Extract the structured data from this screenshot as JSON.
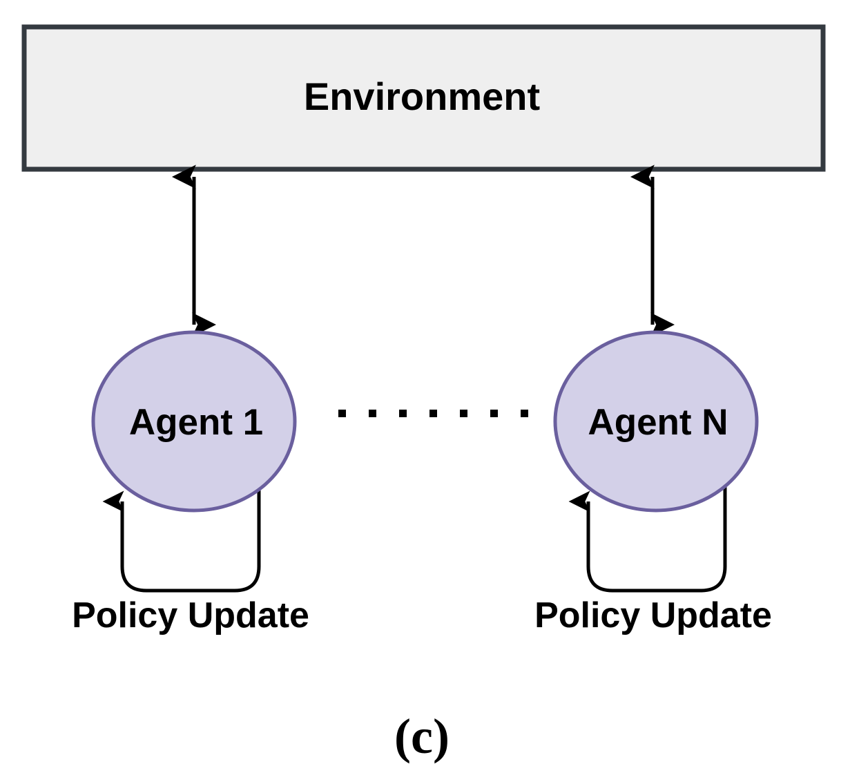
{
  "figure": {
    "caption": "(c)",
    "background_color": "#ffffff"
  },
  "environment": {
    "label": "Environment",
    "fill_color": "#efefef",
    "border_color": "#343a40",
    "text_color": "#000000"
  },
  "agents": [
    {
      "id": "agent-1",
      "label": "Agent 1",
      "fill_color": "#d3d0e8",
      "border_color": "#6a5f9e",
      "self_loop_label": "Policy Update"
    },
    {
      "id": "agent-n",
      "label": "Agent N",
      "fill_color": "#d3d0e8",
      "border_color": "#6a5f9e",
      "self_loop_label": "Policy Update"
    }
  ],
  "connectors": {
    "env_agent_arrow_style": "double-headed",
    "arrow_color": "#000000",
    "ellipsis_dot_count": 7,
    "ellipsis_dot_color": "#000000"
  },
  "chart_data": {
    "type": "diagram",
    "title": "(c)",
    "nodes": [
      {
        "id": "environment",
        "label": "Environment",
        "shape": "rectangle"
      },
      {
        "id": "agent-1",
        "label": "Agent 1",
        "shape": "ellipse"
      },
      {
        "id": "agent-n",
        "label": "Agent N",
        "shape": "ellipse"
      }
    ],
    "edges": [
      {
        "from": "environment",
        "to": "agent-1",
        "type": "bidirectional",
        "label": ""
      },
      {
        "from": "environment",
        "to": "agent-n",
        "type": "bidirectional",
        "label": ""
      },
      {
        "from": "agent-1",
        "to": "agent-1",
        "type": "self-loop",
        "label": "Policy Update"
      },
      {
        "from": "agent-n",
        "to": "agent-n",
        "type": "self-loop",
        "label": "Policy Update"
      },
      {
        "from": "agent-1",
        "to": "agent-n",
        "type": "ellipsis",
        "label": ""
      }
    ]
  }
}
